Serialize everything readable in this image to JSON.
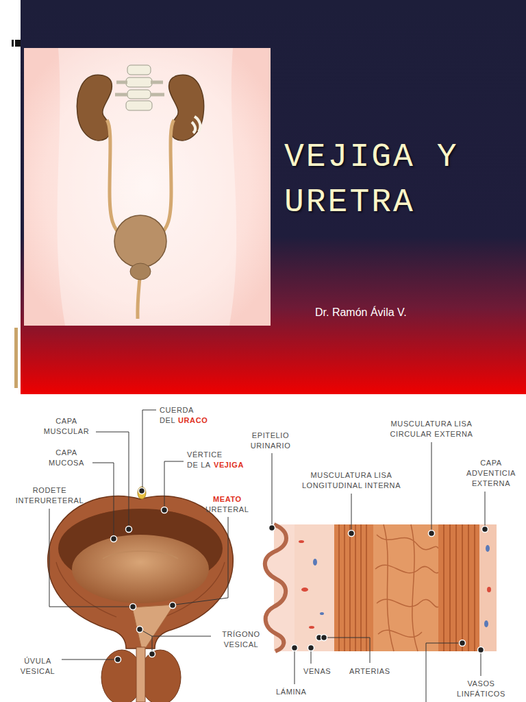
{
  "diagram": {
    "title": "VEJIGA Y URETRA",
    "labels": [
      "Dr. Ramón Ávila V.",
      "CUERDA",
      "DEL",
      "URACO",
      "CAPA MUSCULAR",
      "MUSCULATURA LISA CIRCULAR EXTERNA",
      "CAPA MUCOSA",
      "VÉRTICE",
      "DE LA",
      "VEJIGA",
      "EPITELIO URINARIO",
      "MUSCULATURA LISA LONGITUDINAL INTERNA",
      "CAPA ADVENTICIA EXTERNA",
      "RODETE INTERURETERAL",
      "MEATO",
      "URETERAL",
      "TRÍGONO VESICAL",
      "ÚVULA VESICAL",
      "VENAS",
      "ARTERIAS",
      "LÁMINA",
      "VASOS LINFÁTICOS"
    ]
  }
}
